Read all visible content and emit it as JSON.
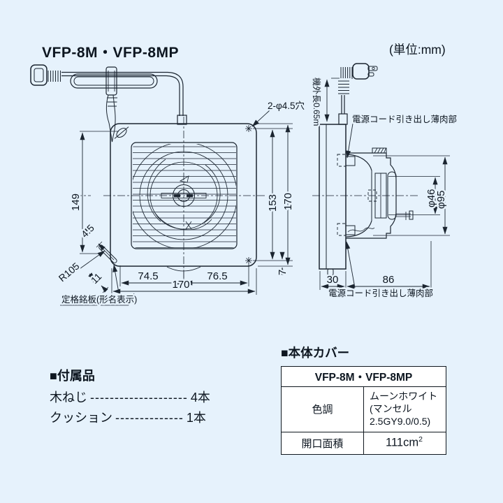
{
  "colors": {
    "background": "#e6f2fc",
    "line_color": "#1b2530",
    "table_background": "#ffffff"
  },
  "header": {
    "title": "VFP-8M・VFP-8MP",
    "unit_note": "(単位:mm)"
  },
  "front_view": {
    "hole_note": "2-φ4.5穴",
    "nameplate_note": "定格銘板(形名表示)",
    "dim_height_left": "149",
    "dim_nameplate_width": "4.5",
    "dim_corner_radius": "R105",
    "dim_nameplate_offset": "11",
    "dim_bottom_left": "74.5",
    "dim_bottom_right": "76.5",
    "dim_total_width": "170",
    "dim_hole_pitch": "153",
    "dim_total_height": "170",
    "dim_hole_edge": "7"
  },
  "side_view": {
    "cord_length_note": "機外長0.65m",
    "cord_outlet_note_top": "電源コード引き出し薄肉部",
    "cord_outlet_note_bottom": "電源コード引き出し薄肉部",
    "dim_hub_dia": "φ46",
    "dim_opening_dia": "φ95",
    "dim_depth_front": "30",
    "dim_depth_rear": "86"
  },
  "accessories": {
    "heading": "■付属品",
    "items": [
      {
        "name": "木ねじ",
        "leader": "--------------------",
        "qty": "4本"
      },
      {
        "name": "クッション",
        "leader": "--------------",
        "qty": "1本"
      }
    ]
  },
  "cover_table": {
    "heading": "■本体カバー",
    "model_header": "VFP-8M・VFP-8MP",
    "color_label": "色調",
    "color_value_line1": "ムーンホワイト",
    "color_value_line2": "(マンセル2.5GY9.0/0.5)",
    "opening_label": "開口面積",
    "opening_value": "111cm",
    "opening_value_sup": "2"
  }
}
